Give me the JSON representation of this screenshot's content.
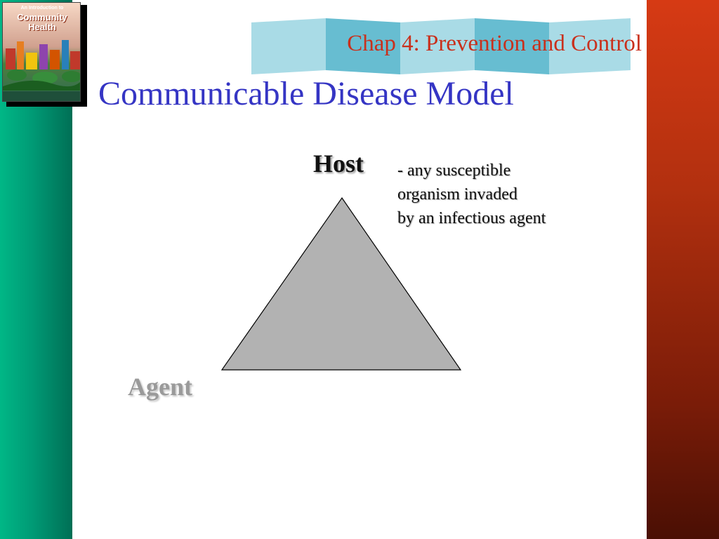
{
  "header": {
    "chapter_title": "Chap 4: Prevention and Control"
  },
  "book_cover": {
    "line1": "An Introduction to",
    "line2": "Community",
    "line3": "Health"
  },
  "slide": {
    "title": "Communicable Disease Model",
    "host_label": "Host",
    "host_description": [
      "- any susceptible",
      "organism invaded",
      "by an infectious agent"
    ],
    "agent_label": "Agent"
  },
  "colors": {
    "left_bar": "#009a75",
    "right_bar": "#b2300f",
    "title_blue": "#3535c4",
    "chapter_red": "#c9301c",
    "banner_blue": "#7ec8d8",
    "triangle_fill": "#b2b2b2"
  }
}
